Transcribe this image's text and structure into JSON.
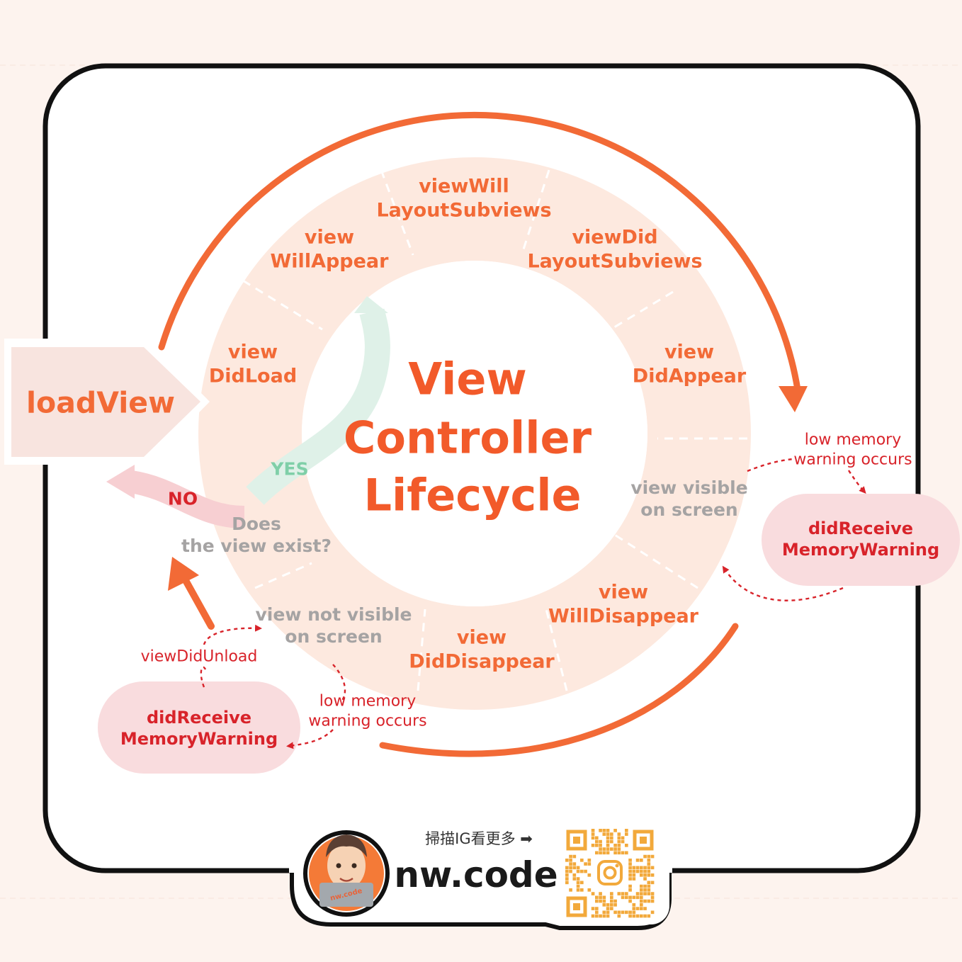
{
  "diagram": {
    "title_lines": [
      "View",
      "Controller",
      "Lifecycle"
    ],
    "load_view": "loadView",
    "stages": {
      "view_did_load": [
        "view",
        "DidLoad"
      ],
      "view_will_appear": [
        "view",
        "WillAppear"
      ],
      "view_will_layout_subviews": [
        "viewWill",
        "LayoutSubviews"
      ],
      "view_did_layout_subviews": [
        "viewDid",
        "LayoutSubviews"
      ],
      "view_did_appear": [
        "view",
        "DidAppear"
      ],
      "view_will_disappear": [
        "view",
        "WillDisappear"
      ],
      "view_did_disappear": [
        "view",
        "DidDisappear"
      ]
    },
    "states": {
      "view_visible": [
        "view visible",
        "on screen"
      ],
      "view_not_visible": [
        "view not visible",
        "on screen"
      ],
      "does_view_exist": [
        "Does",
        "the view exist?"
      ]
    },
    "decision": {
      "yes": "YES",
      "no": "NO"
    },
    "memory_warning_right": {
      "trigger": [
        "low memory",
        "warning occurs"
      ],
      "handler": [
        "didReceive",
        "MemoryWarning"
      ]
    },
    "memory_warning_left": {
      "trigger": [
        "low memory",
        "warning occurs"
      ],
      "handler": [
        "didReceive",
        "MemoryWarning"
      ],
      "unload": "viewDidUnload"
    }
  },
  "footer": {
    "scan_text": "掃描IG看更多 ➡",
    "brand": "nw.code",
    "avatar_laptop_text": "nw.code"
  },
  "colors": {
    "background": "#fdf3ee",
    "ring_fill": "#fde9df",
    "accent_orange": "#f26a36",
    "alert_red": "#d8232a",
    "pink_badge": "#f9dcde",
    "yes_green": "#dff1e8",
    "no_pink": "#f7cfd2",
    "qr_orange": "#f2a93b"
  }
}
